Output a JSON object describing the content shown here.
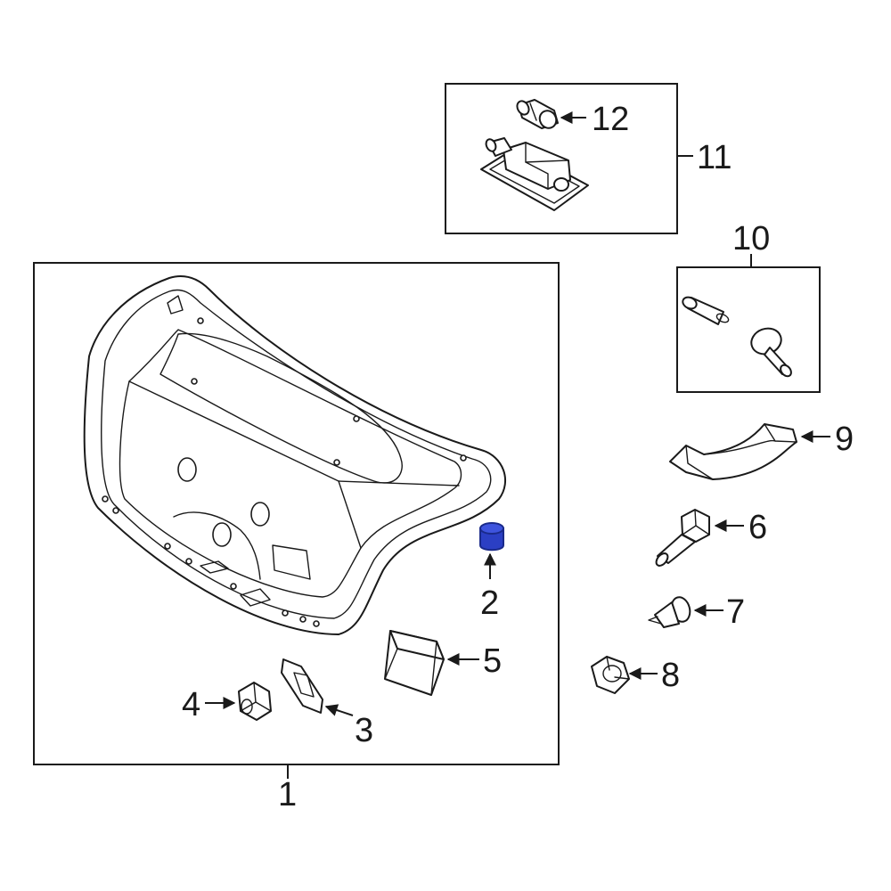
{
  "callouts": {
    "c1": "1",
    "c2": "2",
    "c3": "3",
    "c4": "4",
    "c5": "5",
    "c6": "6",
    "c7": "7",
    "c8": "8",
    "c9": "9",
    "c10": "10",
    "c11": "11",
    "c12": "12"
  },
  "colors": {
    "highlight": "#2b3fc4",
    "highlight_dark": "#1a2a8a",
    "line": "#1a1a1a"
  }
}
